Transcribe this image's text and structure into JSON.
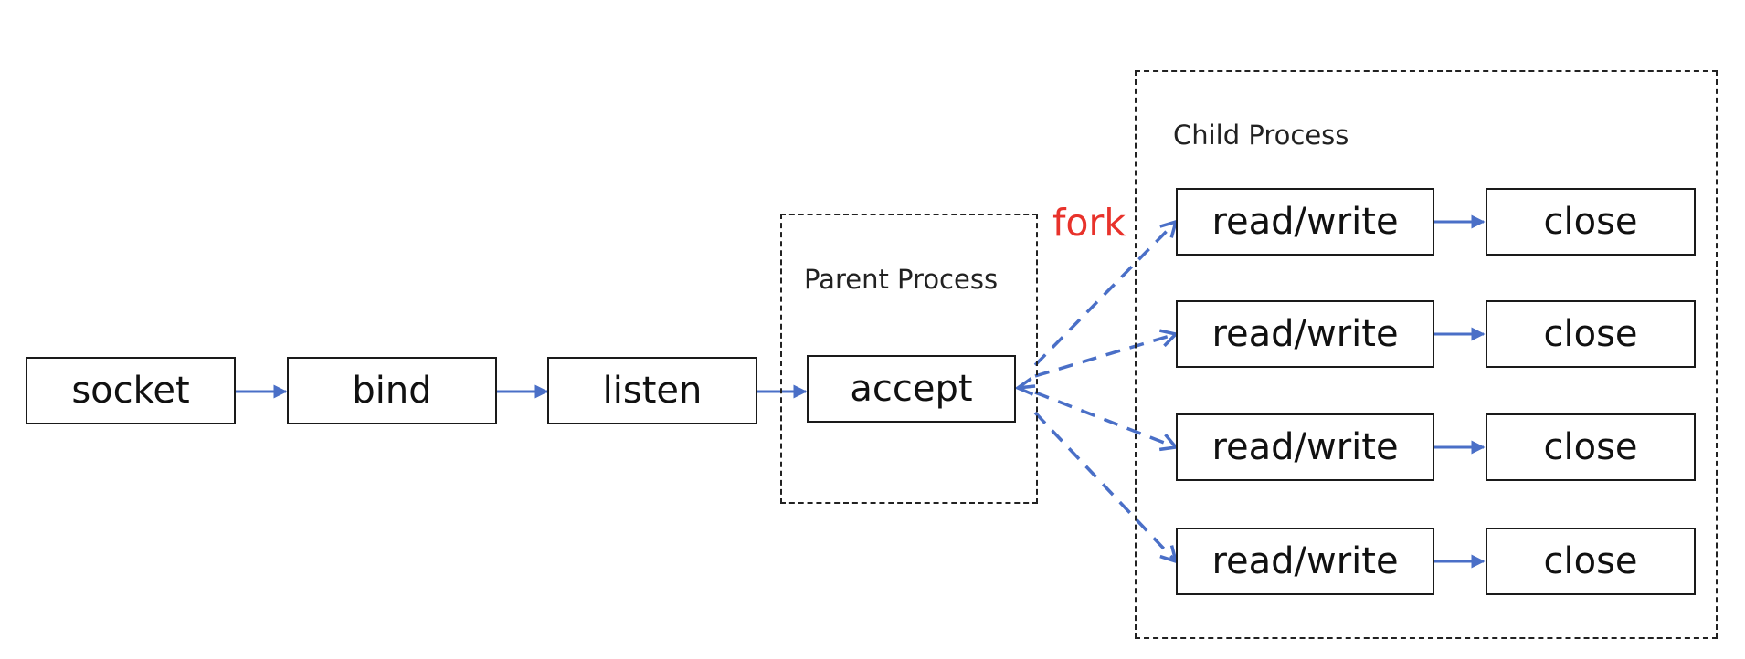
{
  "colors": {
    "arrow": "#4a6fc7",
    "fork_label": "#e8322b"
  },
  "nodes": {
    "socket": "socket",
    "bind": "bind",
    "listen": "listen",
    "accept": "accept",
    "read_write": "read/write",
    "close": "close"
  },
  "groups": {
    "parent_label": "Parent Process",
    "child_label": "Child Process"
  },
  "fork_label": "fork"
}
